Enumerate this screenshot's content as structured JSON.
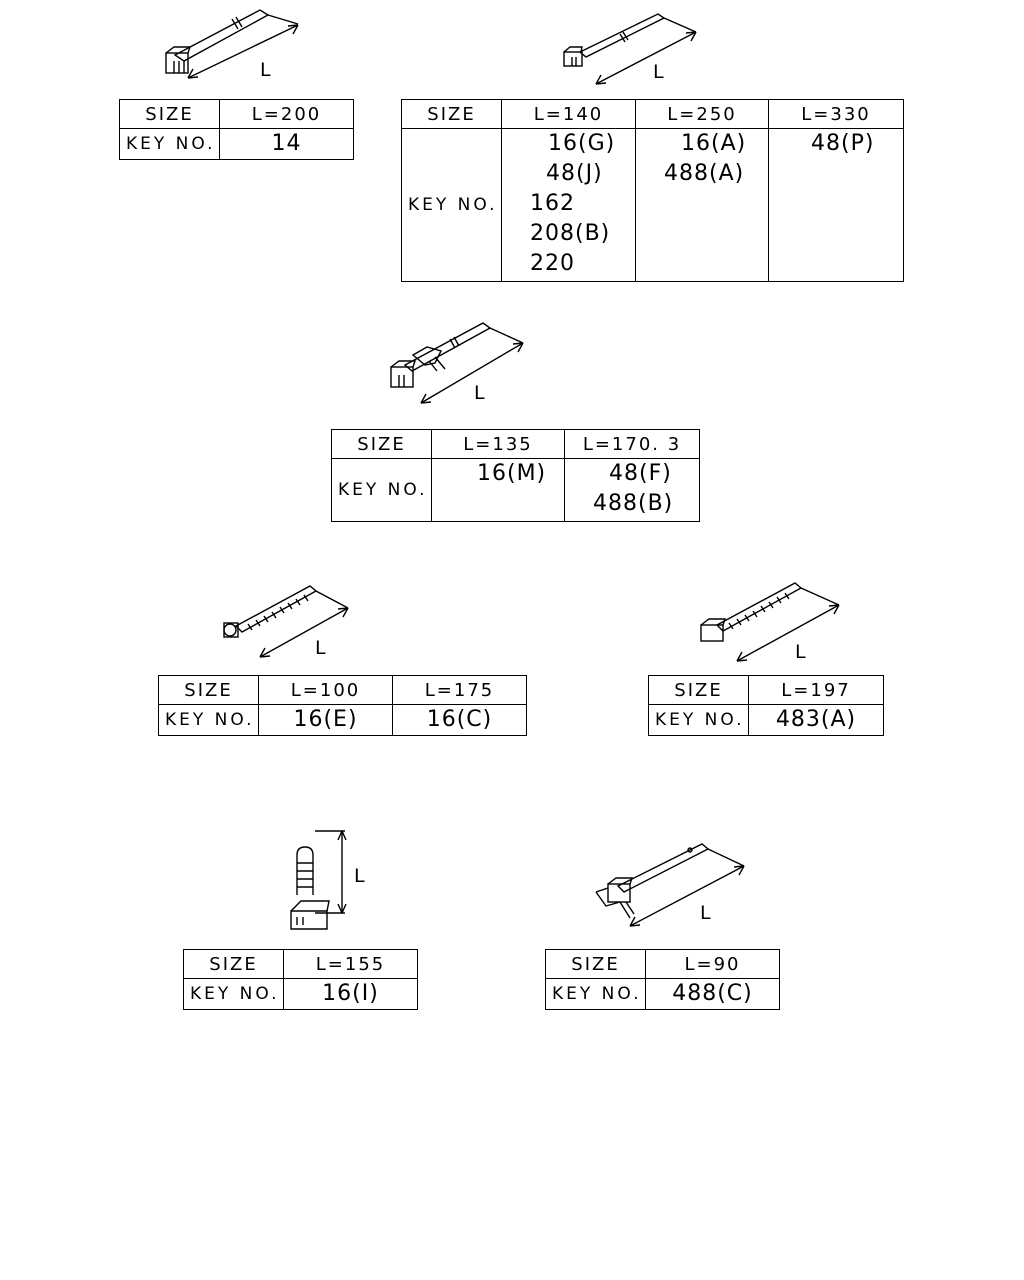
{
  "dimension_symbol": "L",
  "row_labels": {
    "size": "SIZE",
    "key_no": "KEY NO."
  },
  "tables": {
    "t1": {
      "headers": [
        "L=200"
      ],
      "values": [
        [
          "14"
        ]
      ]
    },
    "t2": {
      "headers": [
        "L=140",
        "L=250",
        "L=330"
      ],
      "values": [
        [
          "16(G)",
          "48(J)",
          "162",
          "208(B)",
          "220"
        ],
        [
          "16(A)",
          "488(A)"
        ],
        [
          "48(P)"
        ]
      ]
    },
    "t3": {
      "headers": [
        "L=135",
        "L=170. 3"
      ],
      "values": [
        [
          "16(M)"
        ],
        [
          "48(F)",
          "488(B)"
        ]
      ]
    },
    "t4": {
      "headers": [
        "L=100",
        "L=175"
      ],
      "values": [
        [
          "16(E)"
        ],
        [
          "16(C)"
        ]
      ]
    },
    "t5": {
      "headers": [
        "L=197"
      ],
      "values": [
        [
          "483(A)"
        ]
      ]
    },
    "t6": {
      "headers": [
        "L=155"
      ],
      "values": [
        [
          "16(I)"
        ]
      ]
    },
    "t7": {
      "headers": [
        "L=90"
      ],
      "values": [
        [
          "488(C)"
        ]
      ]
    }
  }
}
